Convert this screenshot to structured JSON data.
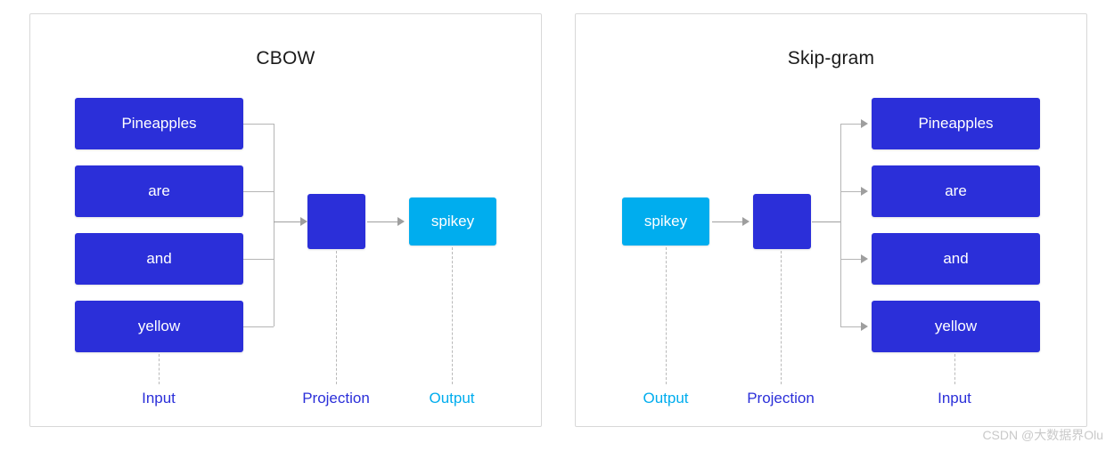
{
  "figure": {
    "watermark": "CSDN @大数据界Olu",
    "colors": {
      "blue": "#2B2FD9",
      "cyan": "#00ADEE",
      "connector": "#9E9E9E",
      "panel_border": "#D8D8D8",
      "background": "#FFFFFF"
    }
  },
  "panels": [
    {
      "id": "cbow",
      "title": "CBOW",
      "context_words": [
        {
          "label": "Pineapples",
          "color": "blue"
        },
        {
          "label": "are",
          "color": "blue"
        },
        {
          "label": "and",
          "color": "blue"
        },
        {
          "label": "yellow",
          "color": "blue"
        }
      ],
      "projection": {
        "label": "",
        "color": "blue"
      },
      "target": {
        "label": "spikey",
        "color": "cyan"
      },
      "axis_labels": [
        {
          "text": "Input",
          "color": "blue"
        },
        {
          "text": "Projection",
          "color": "blue"
        },
        {
          "text": "Output",
          "color": "cyan"
        }
      ]
    },
    {
      "id": "skip-gram",
      "title": "Skip-gram",
      "context_words": [
        {
          "label": "Pineapples",
          "color": "blue"
        },
        {
          "label": "are",
          "color": "blue"
        },
        {
          "label": "and",
          "color": "blue"
        },
        {
          "label": "yellow",
          "color": "blue"
        }
      ],
      "projection": {
        "label": "",
        "color": "blue"
      },
      "target": {
        "label": "spikey",
        "color": "cyan"
      },
      "axis_labels": [
        {
          "text": "Output",
          "color": "cyan"
        },
        {
          "text": "Projection",
          "color": "blue"
        },
        {
          "text": "Input",
          "color": "blue"
        }
      ]
    }
  ]
}
